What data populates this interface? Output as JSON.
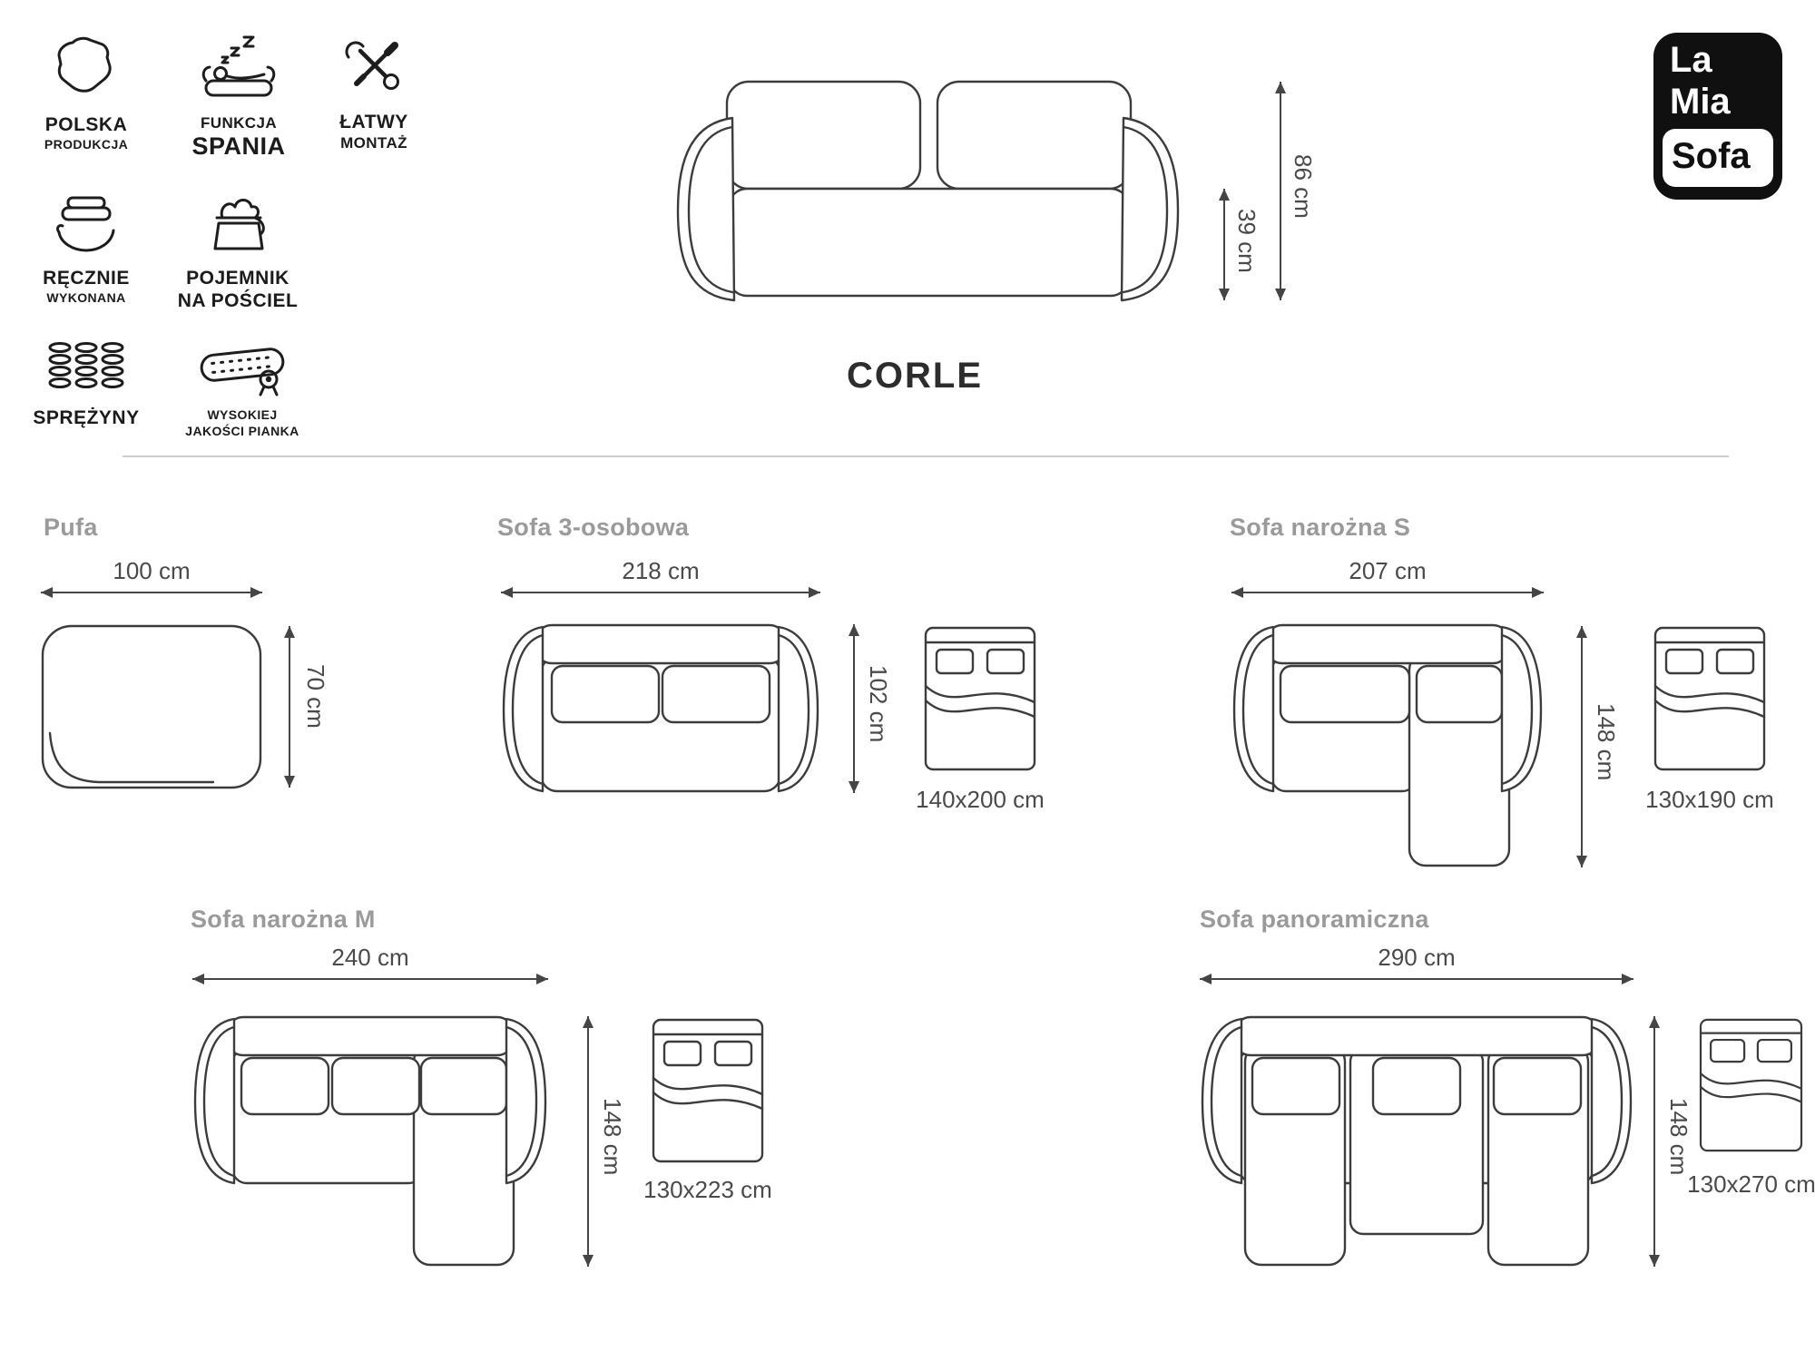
{
  "features": {
    "polska": {
      "line1": "POLSKA",
      "line2": "PRODUKCJA"
    },
    "spania": {
      "line1": "FUNKCJA",
      "line2": "SPANIA"
    },
    "montaz": {
      "line1": "ŁATWY",
      "line2": "MONTAŻ"
    },
    "recznie": {
      "line1": "RĘCZNIE",
      "line2": "WYKONANA"
    },
    "pojemnik": {
      "line1": "POJEMNIK",
      "line2": "NA POŚCIEL"
    },
    "sprezyny": {
      "line1": "SPRĘŻYNY"
    },
    "pianka": {
      "line1": "WYSOKIEJ",
      "line2": "JAKOŚCI PIANKA"
    }
  },
  "logo": {
    "line1": "La",
    "line2": "Mia",
    "line3": "Sofa"
  },
  "model": {
    "title": "CORLE",
    "height": "86 cm",
    "seat_height": "39 cm"
  },
  "variants": {
    "pufa": {
      "name": "Pufa",
      "width": "100 cm",
      "depth": "70 cm"
    },
    "sofa3": {
      "name": "Sofa 3-osobowa",
      "width": "218 cm",
      "depth": "102 cm",
      "bed": "140x200 cm"
    },
    "narozna_s": {
      "name": "Sofa narożna S",
      "width": "207 cm",
      "depth": "148 cm",
      "bed": "130x190 cm"
    },
    "narozna_m": {
      "name": "Sofa narożna M",
      "width": "240 cm",
      "depth": "148 cm",
      "bed": "130x223 cm"
    },
    "panoramiczna": {
      "name": "Sofa panoramiczna",
      "width": "290 cm",
      "depth": "148 cm",
      "bed": "130x270 cm"
    }
  },
  "colors": {
    "line": "#3c3c3c",
    "heading": "#9a9a9a",
    "dimension_text": "#4a4a4a",
    "logo_bg": "#101010"
  }
}
